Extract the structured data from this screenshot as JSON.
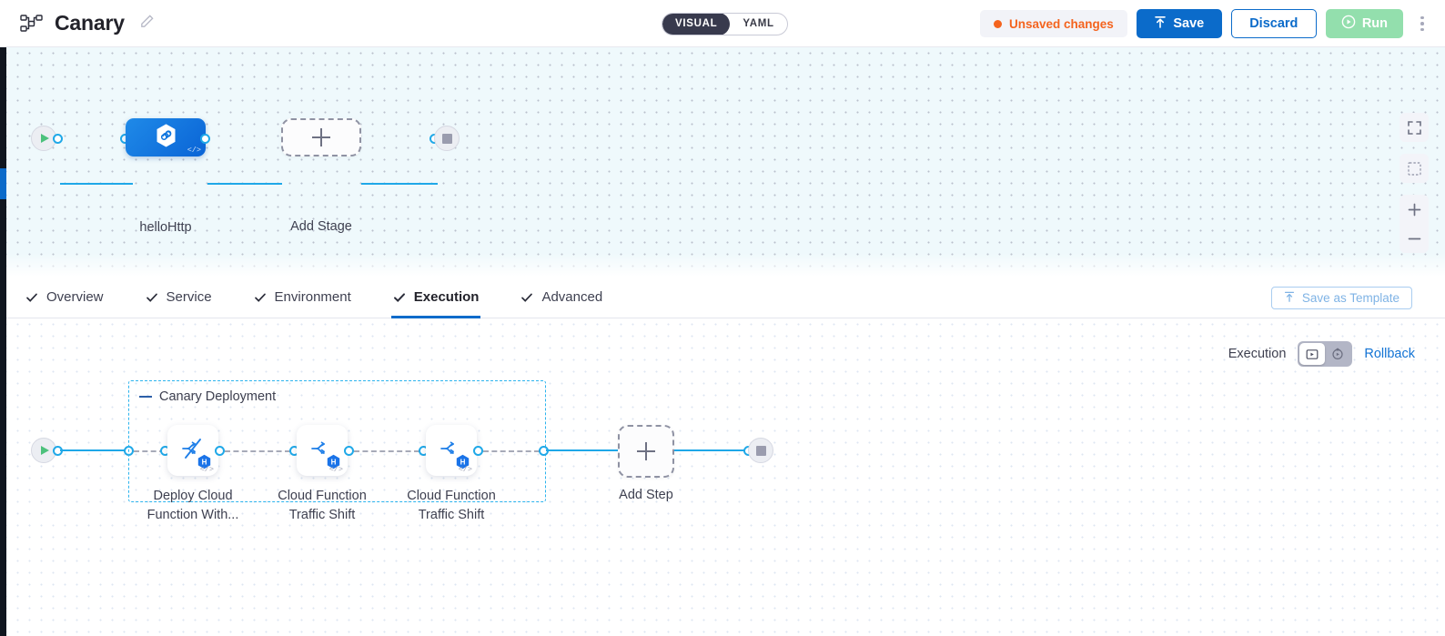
{
  "header": {
    "pipeline_icon": "pipeline-icon",
    "title": "Canary",
    "edit_icon": "edit-pencil-icon",
    "mode_toggle": {
      "options": [
        "VISUAL",
        "YAML"
      ],
      "selected": "VISUAL"
    },
    "unsaved_label": "Unsaved changes",
    "save_label": "Save",
    "discard_label": "Discard",
    "run_label": "Run",
    "kebab_icon": "more-vertical-icon",
    "accent_blue": "#0b6bca",
    "unsaved_orange": "#f4631e",
    "run_green": "#93dfad"
  },
  "stage_canvas": {
    "start_node": "start-node",
    "end_node": "end-node",
    "stage": {
      "label": "helloHttp",
      "icon": "hexagon-link-icon",
      "code_glyph": "</>"
    },
    "add_stage": {
      "label": "Add Stage",
      "icon": "plus-icon"
    },
    "controls": [
      {
        "name": "fit-to-screen-icon"
      },
      {
        "name": "selection-box-icon"
      },
      {
        "name": "zoom-in-icon"
      },
      {
        "name": "zoom-out-icon"
      }
    ],
    "background": "#eff9fc"
  },
  "tabs": [
    {
      "label": "Overview",
      "active": false,
      "checked": true
    },
    {
      "label": "Service",
      "active": false,
      "checked": true
    },
    {
      "label": "Environment",
      "active": false,
      "checked": true
    },
    {
      "label": "Execution",
      "active": true,
      "checked": true
    },
    {
      "label": "Advanced",
      "active": false,
      "checked": true
    }
  ],
  "save_template": {
    "label": "Save as Template",
    "icon": "template-upload-icon"
  },
  "execution_canvas": {
    "exec_label": "Execution",
    "toggle": [
      {
        "name": "execution-view-icon",
        "selected": true
      },
      {
        "name": "rollback-view-icon",
        "selected": false
      }
    ],
    "rollback_label": "Rollback",
    "group": {
      "title": "Canary Deployment"
    },
    "steps": [
      {
        "label": "Deploy Cloud\nFunction With...",
        "icon": "deploy-traffic-icon",
        "badge": "H",
        "code_glyph": "</>"
      },
      {
        "label": "Cloud Function\nTraffic Shift",
        "icon": "traffic-shift-icon",
        "badge": "H",
        "code_glyph": "</>"
      },
      {
        "label": "Cloud Function\nTraffic Shift",
        "icon": "traffic-shift-icon",
        "badge": "H",
        "code_glyph": "</>"
      }
    ],
    "add_step": {
      "label": "Add Step",
      "icon": "plus-icon"
    },
    "start_node": "start-node",
    "end_node": "end-node"
  }
}
